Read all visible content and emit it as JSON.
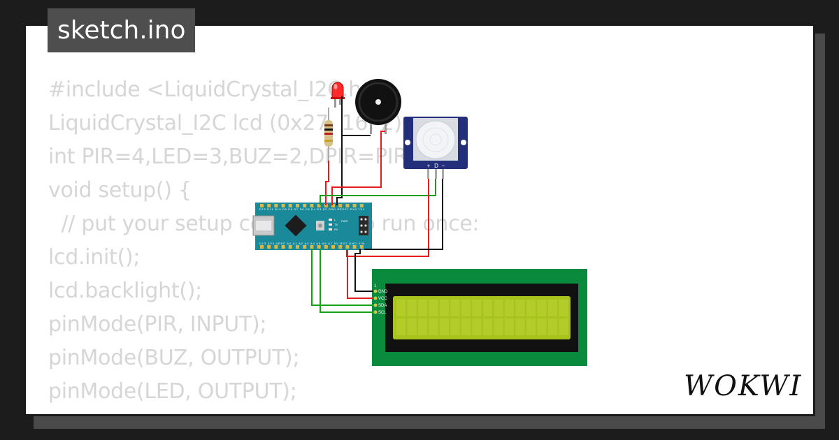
{
  "tab": {
    "filename": "sketch.ino"
  },
  "code_lines": [
    "#include <LiquidCrystal_I2C.h>",
    "LiquidCrystal_I2C lcd (0x27, 16, 2);",
    "int PIR=4,LED=3,BUZ=2,DPIR=PIR;",
    "void setup() {",
    "  // put your setup code here, to run once:",
    "lcd.init();",
    "lcd.backlight();",
    "pinMode(PIR, INPUT);",
    "pinMode(BUZ, OUTPUT);",
    "pinMode(LED, OUTPUT);",
    "}"
  ],
  "brand": {
    "name": "WOKWI"
  },
  "components": {
    "pir_pins": [
      "+",
      "D",
      "−"
    ],
    "lcd_pins": [
      "GND",
      "VCC",
      "SDA",
      "SCL"
    ],
    "lcd_corner_label": "1",
    "arduino_top_pins": "D12 D11 D10 D9 D8 D7 D6 D5 D4 D3 D2 GND RESET RX0 TX1",
    "arduino_bottom_pins": "D13 3V3 AREF A0 A1 A2 A3 A4 A5 A6 A7 5V RST GND VIN",
    "arduino_pwr_label": "PWR",
    "arduino_led_labels": [
      "L",
      "TX",
      "RX"
    ]
  },
  "colors": {
    "wire_red": "#e61b1b",
    "wire_black": "#111111",
    "wire_green": "#16a016",
    "arduino": "#1a8a9a",
    "lcd_board": "#0a8a3c",
    "lcd_screen": "#a9c31e",
    "pir_board": "#232f7a",
    "led": "#ff2b2b"
  }
}
